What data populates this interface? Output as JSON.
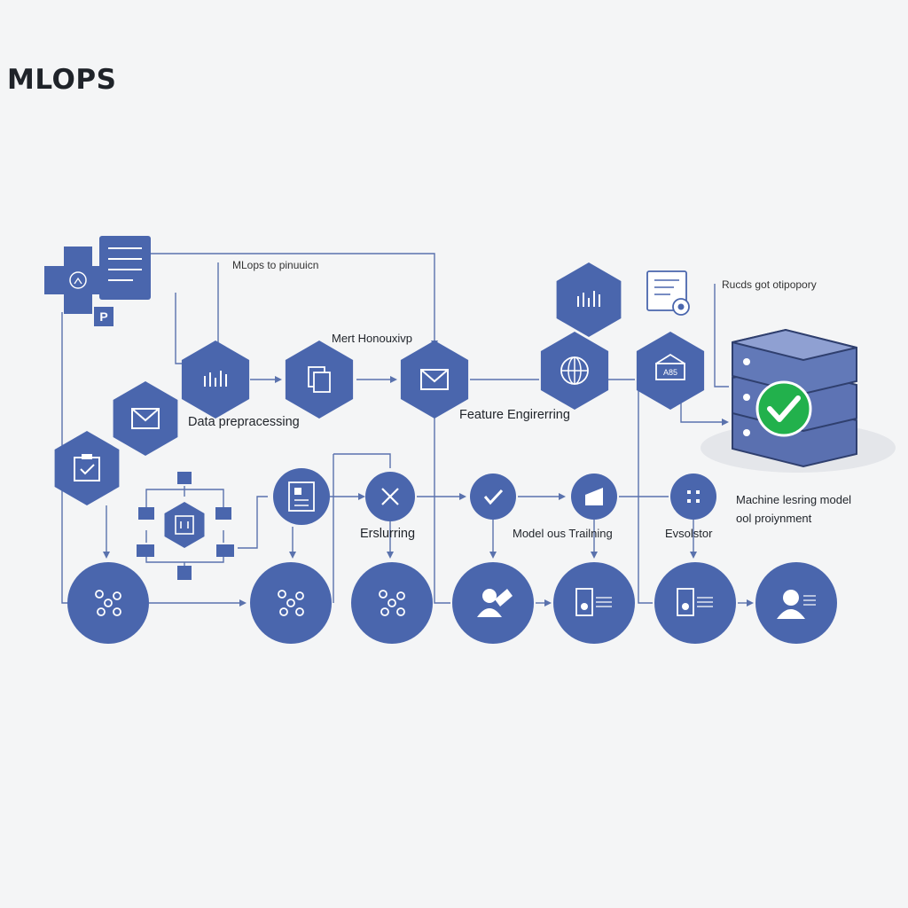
{
  "title": "MLOPS",
  "colors": {
    "node": "#4a66ad",
    "line": "#5a72ad",
    "check": "#22b14c",
    "server": "#5267a6"
  },
  "labels": {
    "top_note": "MLops to pinuuicn",
    "right_note": "Rucds got otipopory",
    "merge": "Mert Honouxivp",
    "data_pre": "Data prepracessing",
    "feature": "Feature Engirerring",
    "evaluating": "Erslurring",
    "training": "Model ous Trailning",
    "evaluator": "Evsolstor",
    "deploy_line1": "Machine lesring model",
    "deploy_line2": "ool proiynment",
    "hex_text": "A85",
    "p_badge": "P"
  },
  "icons": {
    "doc": "document-icon",
    "plus": "medical-plus-icon",
    "hex_bar": "bar-chart-icon",
    "hex_files": "files-icon",
    "hex_mail": "envelope-icon",
    "hex_globe": "globe-icon",
    "hex_box": "storage-box-icon",
    "hex_clip": "clipboard-check-icon",
    "circle_x": "close-icon",
    "circle_check": "checkmark-icon",
    "circle_chart": "area-chart-icon",
    "circle_grid": "grid-dots-icon",
    "network": "network-icon",
    "server": "database-server-icon"
  }
}
